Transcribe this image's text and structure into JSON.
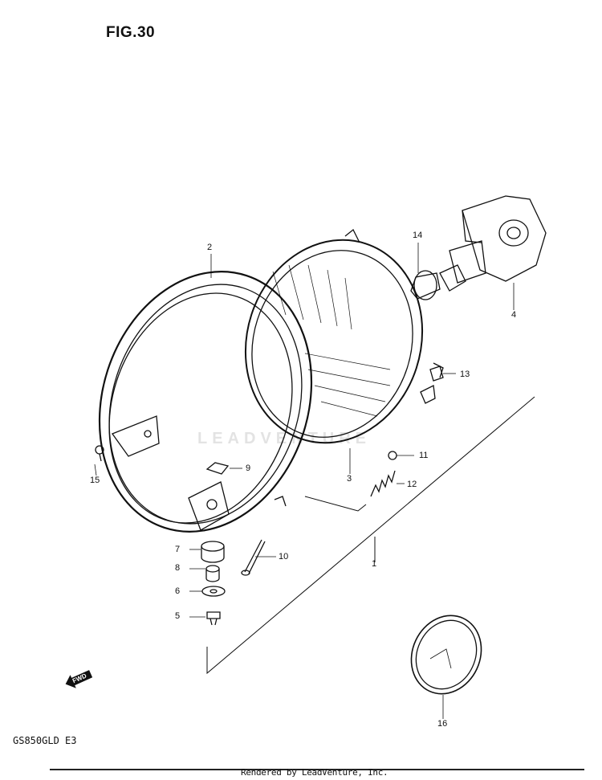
{
  "figure": {
    "title": "FIG.30"
  },
  "model": {
    "code": "GS850GLD E3"
  },
  "footer": {
    "credit": "Rendered by LeadVenture, Inc."
  },
  "watermark": {
    "text": "LEADVENTURE"
  },
  "direction_marker": {
    "label": "FWD"
  },
  "callouts": [
    "1",
    "2",
    "3",
    "4",
    "5",
    "6",
    "7",
    "8",
    "9",
    "10",
    "11",
    "12",
    "13",
    "14",
    "15",
    "16"
  ]
}
